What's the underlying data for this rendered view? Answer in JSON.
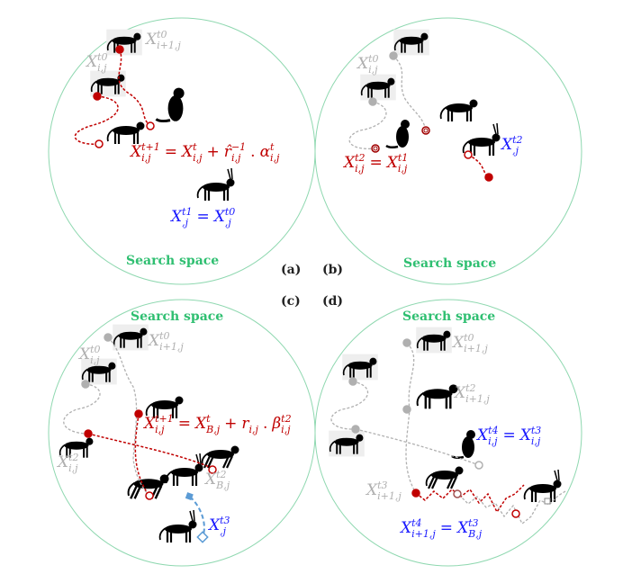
{
  "colors": {
    "red": "#c00000",
    "blue": "#1a1aff",
    "gray": "#b0b0b0",
    "green": "#2fbf71",
    "circle": "#8fd8b0",
    "path_blue": "#5b9bd5"
  },
  "panel_labels": [
    "(a)",
    "(b)",
    "(c)",
    "(d)"
  ],
  "search_space": "Search space",
  "labels": [
    {
      "panel": "a",
      "color": "gray",
      "terms": [
        {
          "b": "X",
          "sup": "t0",
          "sub": "i+1,j"
        }
      ]
    },
    {
      "panel": "a",
      "color": "gray",
      "terms": [
        {
          "b": "X",
          "sup": "t0",
          "sub": "i,j"
        }
      ]
    },
    {
      "panel": "a",
      "color": "red",
      "terms": [
        {
          "b": "X",
          "sup": "t+1",
          "sub": "i,j"
        },
        {
          "op": "="
        },
        {
          "b": "X",
          "sup": "t",
          "sub": "i,j"
        },
        {
          "op": "+"
        },
        {
          "b": "r̂",
          "sup": "−1",
          "sub": "i,j"
        },
        {
          "op": "."
        },
        {
          "b": "α",
          "sup": "t",
          "sub": "i,j"
        }
      ]
    },
    {
      "panel": "a",
      "color": "blue",
      "terms": [
        {
          "b": "X",
          "sup": "t1",
          "sub": ",j"
        },
        {
          "op": "="
        },
        {
          "b": "X",
          "sup": "t0",
          "sub": ",j"
        }
      ]
    },
    {
      "panel": "b",
      "color": "gray",
      "terms": [
        {
          "b": "X",
          "sup": "t0",
          "sub": "i,j"
        }
      ]
    },
    {
      "panel": "b",
      "color": "red",
      "terms": [
        {
          "b": "X",
          "sup": "t2",
          "sub": "i,j"
        },
        {
          "op": "="
        },
        {
          "b": "X",
          "sup": "t1",
          "sub": "i,j"
        }
      ]
    },
    {
      "panel": "b",
      "color": "blue",
      "terms": [
        {
          "b": "X",
          "sup": "t2",
          "sub": ",j"
        }
      ]
    },
    {
      "panel": "c",
      "color": "gray",
      "terms": [
        {
          "b": "X",
          "sup": "t0",
          "sub": "i+1,j"
        }
      ]
    },
    {
      "panel": "c",
      "color": "gray",
      "terms": [
        {
          "b": "X",
          "sup": "t0",
          "sub": "i,j"
        }
      ]
    },
    {
      "panel": "c",
      "color": "red",
      "terms": [
        {
          "b": "X",
          "sup": "t+1",
          "sub": "i,j"
        },
        {
          "op": "="
        },
        {
          "b": "X",
          "sup": "t",
          "sub": "B,j"
        },
        {
          "op": "+"
        },
        {
          "b": "r",
          "sup": "",
          "sub": "i,j"
        },
        {
          "op": "."
        },
        {
          "b": "β",
          "sup": "t2",
          "sub": "i,j"
        }
      ]
    },
    {
      "panel": "c",
      "color": "gray",
      "terms": [
        {
          "b": "X",
          "sup": "t2",
          "sub": "i,j"
        }
      ]
    },
    {
      "panel": "c",
      "color": "gray",
      "terms": [
        {
          "b": "X",
          "sup": "t2",
          "sub": "B,j"
        }
      ]
    },
    {
      "panel": "c",
      "color": "blue",
      "terms": [
        {
          "b": "X",
          "sup": "t3",
          "sub": ",j"
        }
      ]
    },
    {
      "panel": "d",
      "color": "gray",
      "terms": [
        {
          "b": "X",
          "sup": "t0",
          "sub": "i+1,j"
        }
      ]
    },
    {
      "panel": "d",
      "color": "gray",
      "terms": [
        {
          "b": "X",
          "sup": "t2",
          "sub": "i+1,j"
        }
      ]
    },
    {
      "panel": "d",
      "color": "blue",
      "terms": [
        {
          "b": "X",
          "sup": "t4",
          "sub": "i,j"
        },
        {
          "op": "="
        },
        {
          "b": "X",
          "sup": "t3",
          "sub": "i,j"
        }
      ]
    },
    {
      "panel": "d",
      "color": "gray",
      "terms": [
        {
          "b": "X",
          "sup": "t3",
          "sub": "i+1,j"
        }
      ]
    },
    {
      "panel": "d",
      "color": "blue",
      "terms": [
        {
          "b": "X",
          "sup": "t4",
          "sub": "i+1,j"
        },
        {
          "op": "="
        },
        {
          "b": "X",
          "sup": "t3",
          "sub": "B,j"
        }
      ]
    }
  ]
}
